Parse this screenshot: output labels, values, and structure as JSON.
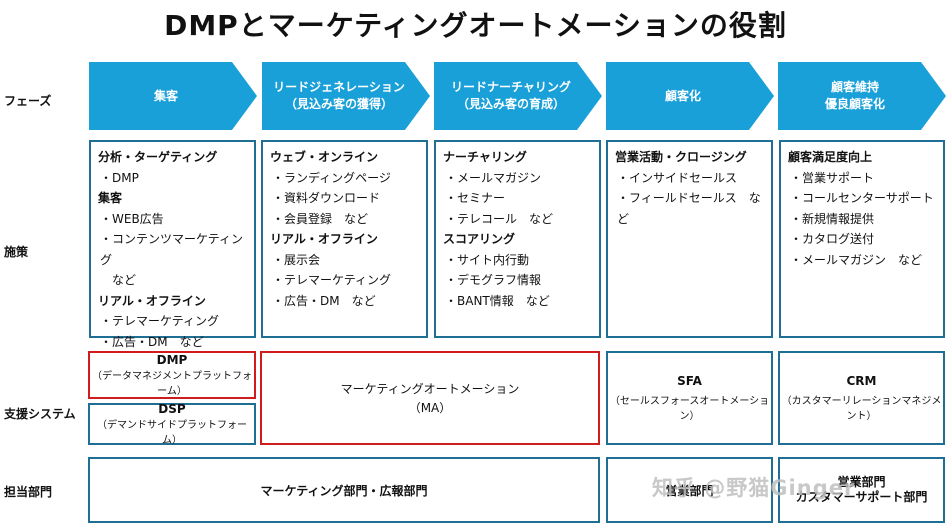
{
  "title": "DMPとマーケティングオートメーションの役割",
  "row_labels": {
    "phase": "フェーズ",
    "measures": "施策",
    "systems": "支援システム",
    "departments": "担当部門"
  },
  "phases": [
    {
      "label": "集客"
    },
    {
      "label": "リードジェネレーション\n（見込み客の獲得）"
    },
    {
      "label": "リードナーチャリング\n（見込み客の育成）"
    },
    {
      "label": "顧客化"
    },
    {
      "label": "顧客維持\n優良顧客化"
    }
  ],
  "measures": [
    {
      "lines": [
        {
          "t": "分析・ターゲティング",
          "h": true
        },
        {
          "t": "・DMP"
        },
        {
          "t": "集客",
          "h": true
        },
        {
          "t": "・WEB広告"
        },
        {
          "t": "・コンテンツマーケティング"
        },
        {
          "t": "など",
          "c": true
        },
        {
          "t": "リアル・オフライン",
          "h": true
        },
        {
          "t": "・テレマーケティング"
        },
        {
          "t": "・広告・DM　など"
        }
      ]
    },
    {
      "lines": [
        {
          "t": "ウェブ・オンライン",
          "h": true
        },
        {
          "t": "・ランディングページ"
        },
        {
          "t": "・資料ダウンロード"
        },
        {
          "t": "・会員登録　など"
        },
        {
          "t": "リアル・オフライン",
          "h": true
        },
        {
          "t": "・展示会"
        },
        {
          "t": "・テレマーケティング"
        },
        {
          "t": "・広告・DM　など"
        }
      ]
    },
    {
      "lines": [
        {
          "t": "ナーチャリング",
          "h": true
        },
        {
          "t": "・メールマガジン"
        },
        {
          "t": "・セミナー"
        },
        {
          "t": "・テレコール　など"
        },
        {
          "t": "スコアリング",
          "h": true
        },
        {
          "t": "・サイト内行動"
        },
        {
          "t": "・デモグラフ情報"
        },
        {
          "t": "・BANT情報　など"
        }
      ]
    },
    {
      "lines": [
        {
          "t": "営業活動・クロージング",
          "h": true
        },
        {
          "t": "・インサイドセールス"
        },
        {
          "t": "・フィールドセールス　など"
        }
      ]
    },
    {
      "lines": [
        {
          "t": "顧客満足度向上",
          "h": true
        },
        {
          "t": "・営業サポート"
        },
        {
          "t": "・コールセンターサポート"
        },
        {
          "t": "・新規情報提供"
        },
        {
          "t": "・カタログ送付"
        },
        {
          "t": "・メールマガジン　など"
        }
      ]
    }
  ],
  "systems": {
    "dmp": {
      "name": "DMP",
      "sub": "（データマネジメントプラットフォーム）"
    },
    "dsp": {
      "name": "DSP",
      "sub": "（デマンドサイドプラットフォーム）"
    },
    "ma": {
      "name": "マーケティングオートメーション",
      "sub": "（MA）"
    },
    "sfa": {
      "name": "SFA",
      "sub": "（セールスフォースオートメーション）"
    },
    "crm": {
      "name": "CRM",
      "sub": "（カスタマーリレーションマネジメント）"
    }
  },
  "departments": [
    {
      "label": "マーケティング部門・広報部門"
    },
    {
      "label": "営業部門"
    },
    {
      "label": "営業部門\nカスタマーサポート部門"
    }
  ],
  "watermark": "知乎 @野猫Ginger",
  "colors": {
    "arrow": "#1aa0d8",
    "border": "#1f6f95",
    "highlight": "#cf1d1d"
  }
}
